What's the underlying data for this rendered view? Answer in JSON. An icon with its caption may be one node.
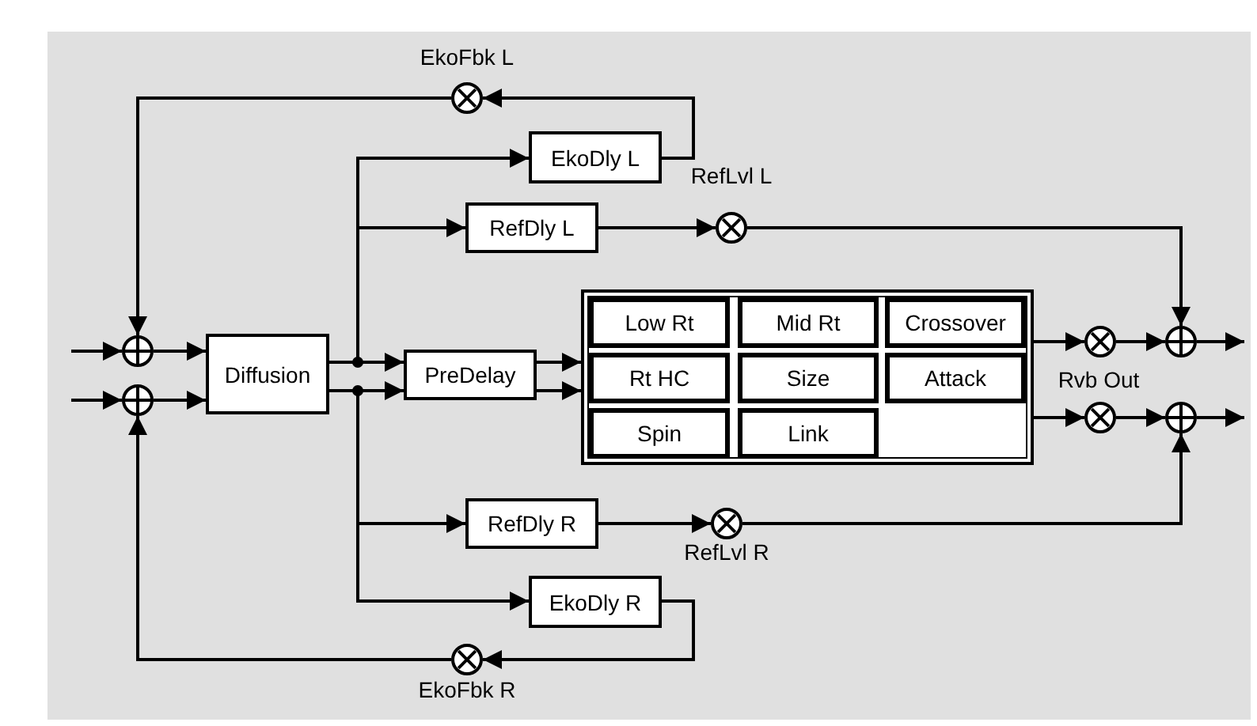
{
  "diagram": {
    "nodes": [
      {
        "text": [],
        "shape": "circle",
        "beside": [
          "EkoFbk L"
        ]
      },
      {
        "text": [
          "EkoDly L"
        ]
      },
      {
        "text": [
          "RefDly L"
        ]
      },
      {
        "text": [],
        "shape": "circle",
        "beside": [
          "RefLvl L"
        ]
      },
      {
        "text": [],
        "shape": "circle"
      },
      {
        "text": [],
        "shape": "circle"
      },
      {
        "text": [
          "Diffusion"
        ]
      },
      {
        "text": [
          "PreDelay"
        ]
      },
      {
        "text": [],
        "shape": "box"
      },
      {
        "text": [
          "Low Rt"
        ],
        "in": 8
      },
      {
        "text": [
          "Mid Rt"
        ],
        "in": 8
      },
      {
        "text": [
          "Crossover"
        ],
        "in": 8
      },
      {
        "text": [
          "Rt HC"
        ],
        "in": 8
      },
      {
        "text": [
          "Size"
        ],
        "in": 8
      },
      {
        "text": [
          "Attack"
        ],
        "in": 8
      },
      {
        "text": [
          "Spin"
        ],
        "in": 8
      },
      {
        "text": [
          "Link"
        ],
        "in": 8
      },
      {
        "text": [],
        "shape": "circle"
      },
      {
        "text": [],
        "shape": "circle"
      },
      {
        "text": [],
        "shape": "circle"
      },
      {
        "text": [],
        "shape": "circle"
      },
      {
        "text": [
          "RefDly R"
        ]
      },
      {
        "text": [],
        "shape": "circle",
        "beside": [
          "RefLvl R"
        ]
      },
      {
        "text": [
          "EkoDly R"
        ]
      },
      {
        "text": [],
        "shape": "circle",
        "beside": [
          "EkoFbk R"
        ]
      }
    ],
    "edges": [
      {
        "from": null,
        "to": 4,
        "arrow": "to"
      },
      {
        "from": null,
        "to": 5,
        "arrow": "to"
      },
      {
        "from": 4,
        "to": 6,
        "arrow": "to"
      },
      {
        "from": 5,
        "to": 6,
        "arrow": "to"
      },
      {
        "from": 6,
        "to": 7,
        "arrow": "to"
      },
      {
        "from": 6,
        "to": 7,
        "arrow": "to"
      },
      {
        "from": 6,
        "to": 1,
        "arrow": "to"
      },
      {
        "from": 6,
        "to": 2,
        "arrow": "to"
      },
      {
        "from": 6,
        "to": 21,
        "arrow": "to"
      },
      {
        "from": 6,
        "to": 23,
        "arrow": "to"
      },
      {
        "from": 1,
        "to": 0,
        "arrow": "to"
      },
      {
        "from": 0,
        "to": 4,
        "arrow": "to"
      },
      {
        "from": 2,
        "to": 3,
        "arrow": "to"
      },
      {
        "from": 3,
        "to": 18,
        "arrow": "to"
      },
      {
        "from": 7,
        "to": 8,
        "arrow": "to"
      },
      {
        "from": 7,
        "to": 8,
        "arrow": "to"
      },
      {
        "from": 8,
        "to": 17,
        "arrow": "to"
      },
      {
        "from": 8,
        "to": 19,
        "arrow": "to"
      },
      {
        "from": 17,
        "to": 18,
        "arrow": "to"
      },
      {
        "from": 19,
        "to": 20,
        "arrow": "to"
      },
      {
        "from": 18,
        "to": null,
        "arrow": "to"
      },
      {
        "from": 20,
        "to": null,
        "arrow": "to"
      },
      {
        "from": 21,
        "to": 22,
        "arrow": "to"
      },
      {
        "from": 22,
        "to": 20,
        "arrow": "to"
      },
      {
        "from": 23,
        "to": 24,
        "arrow": "to"
      },
      {
        "from": 24,
        "to": 5,
        "arrow": "to"
      }
    ],
    "labels": [
      "Rvb Out"
    ]
  }
}
